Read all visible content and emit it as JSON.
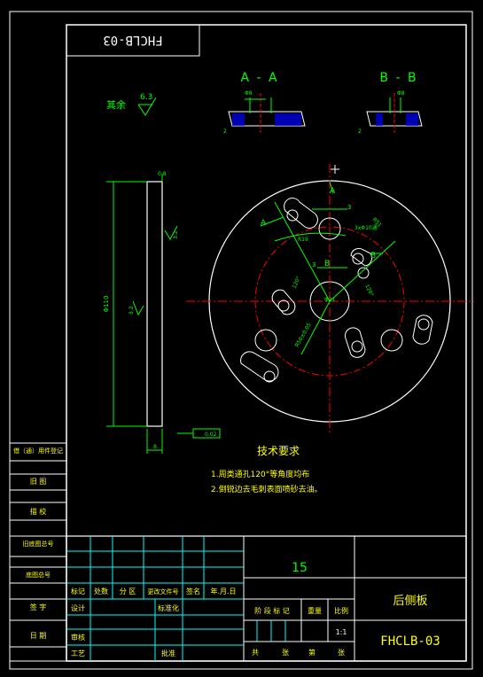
{
  "colors": {
    "background": "#000000",
    "border": "#ffffff",
    "dimension": "#00ff00",
    "centerline": "#ff0000",
    "note_text": "#ffff00",
    "title_text": "#ffff00",
    "hatch": "#0000ff",
    "table_lines": "#00ffff"
  },
  "drawing": {
    "code_stamp": "FHCLB-03",
    "section_a": "A - A",
    "section_b": "B - B",
    "section_a_dim": "Φ8",
    "section_b_dim": "Φ8",
    "section_dim_2": "2",
    "roughness_label": "其余",
    "roughness_value": "6.3",
    "side_view": {
      "top_dim": "0.8",
      "height_dim": "Φ110",
      "rough_right": "3.2",
      "rough_left": "3.2",
      "width_dim": "8",
      "tolerance": "0.02"
    },
    "front_view": {
      "label_a_top": "A",
      "label_a_left": "A",
      "label_b_right": "B",
      "label_b_mid": "B",
      "dim_3_top": "3",
      "dim_3_mid": "3",
      "dim_r19": "R19",
      "dim_r51": "R51",
      "dim_holes": "3xΦ10通",
      "dim_center": "Φ21",
      "dim_120_left": "120°",
      "dim_120_right": "120°",
      "dim_pattern": "R50±0.05"
    }
  },
  "notes": {
    "title": "技术要求",
    "items": [
      "1.周类通孔120°等角度均布",
      "2.倒锐边去毛刺表面喷砂去油。"
    ]
  },
  "left_strip": {
    "rows": [
      "借（通）用件登记",
      "旧 图",
      "描 校",
      "旧底图总号",
      "底图总号",
      "签 字",
      "日 期"
    ]
  },
  "title_block": {
    "quantity": "15",
    "part_name": "后侧板",
    "drawing_no": "FHCLB-03",
    "scale": "1:1",
    "rev_headers": [
      "标记",
      "处数",
      "分 区",
      "更改文件号",
      "签名",
      "年.月.日"
    ],
    "design": "设计",
    "standardize": "标准化",
    "review": "审核",
    "process": "工艺",
    "approve": "批准",
    "stage_headers": [
      "阶 段 标 记",
      "重量",
      "比例"
    ],
    "sheet_footer": [
      "共",
      "张",
      "第",
      "张"
    ]
  }
}
